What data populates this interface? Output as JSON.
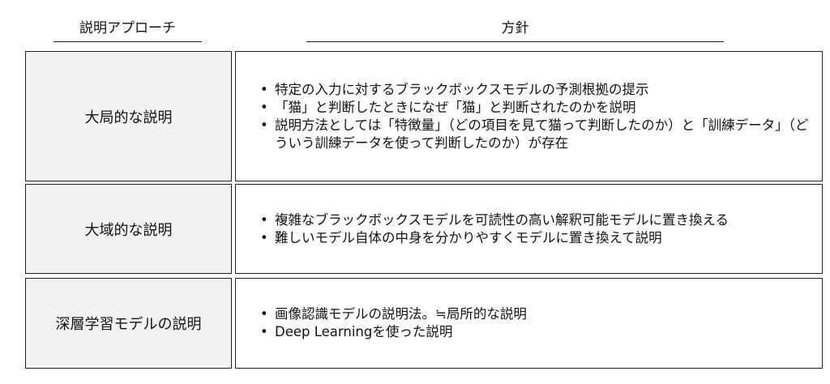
{
  "headers": {
    "approach": "説明アプローチ",
    "policy": "方針"
  },
  "rows": [
    {
      "approach": "大局的な説明",
      "points": [
        "特定の入力に対するブラックボックスモデルの予測根拠の提示",
        "「猫」と判断したときになぜ「猫」と判断されたのかを説明",
        "説明方法としては「特徴量」（どの項目を見て猫って判断したのか）と「訓練データ」（どういう訓練データを使って判断したのか）が存在"
      ]
    },
    {
      "approach": "大域的な説明",
      "points": [
        "複雑なブラックボックスモデルを可読性の高い解釈可能モデルに置き換える",
        "難しいモデル自体の中身を分かりやすくモデルに置き換えて説明"
      ]
    },
    {
      "approach": "深層学習モデルの説明",
      "points": [
        "画像認識モデルの説明法。≒局所的な説明",
        "Deep Learningを使った説明"
      ]
    }
  ],
  "bullet_glyph": "•"
}
